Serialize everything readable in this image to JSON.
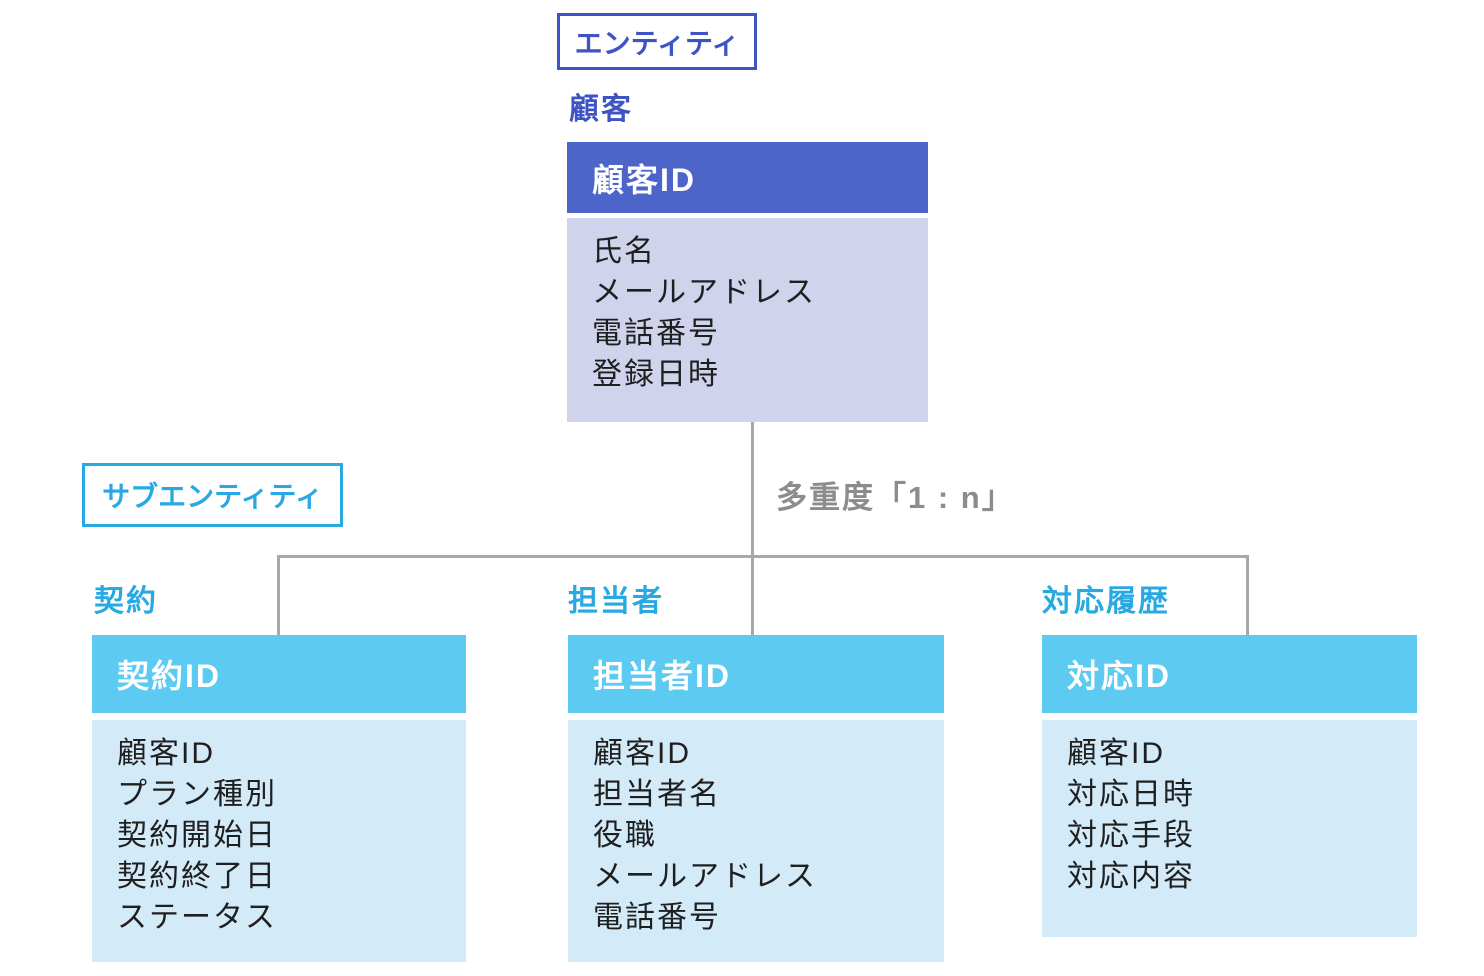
{
  "labels": {
    "entity": "エンティティ",
    "sub_entity": "サブエンティティ",
    "multiplicity": "多重度「1 : n」"
  },
  "colors": {
    "primary_blue": "#3f54c4",
    "header_blue": "#4d64c8",
    "body_lavender": "#d0d3ec",
    "cyan": "#29a9e1",
    "header_cyan": "#5ccaf1",
    "body_light_blue": "#d3eaf8",
    "connector_gray": "#a8a8a8",
    "multiplicity_gray": "#8c8c8c"
  },
  "entity": {
    "title": "顧客",
    "primary_key": "顧客ID",
    "attributes": [
      "氏名",
      "メールアドレス",
      "電話番号",
      "登録日時"
    ]
  },
  "sub_entities": [
    {
      "title": "契約",
      "primary_key": "契約ID",
      "attributes": [
        "顧客ID",
        "プラン種別",
        "契約開始日",
        "契約終了日",
        "ステータス"
      ]
    },
    {
      "title": "担当者",
      "primary_key": "担当者ID",
      "attributes": [
        "顧客ID",
        "担当者名",
        "役職",
        "メールアドレス",
        "電話番号"
      ]
    },
    {
      "title": "対応履歴",
      "primary_key": "対応ID",
      "attributes": [
        "顧客ID",
        "対応日時",
        "対応手段",
        "対応内容"
      ]
    }
  ]
}
